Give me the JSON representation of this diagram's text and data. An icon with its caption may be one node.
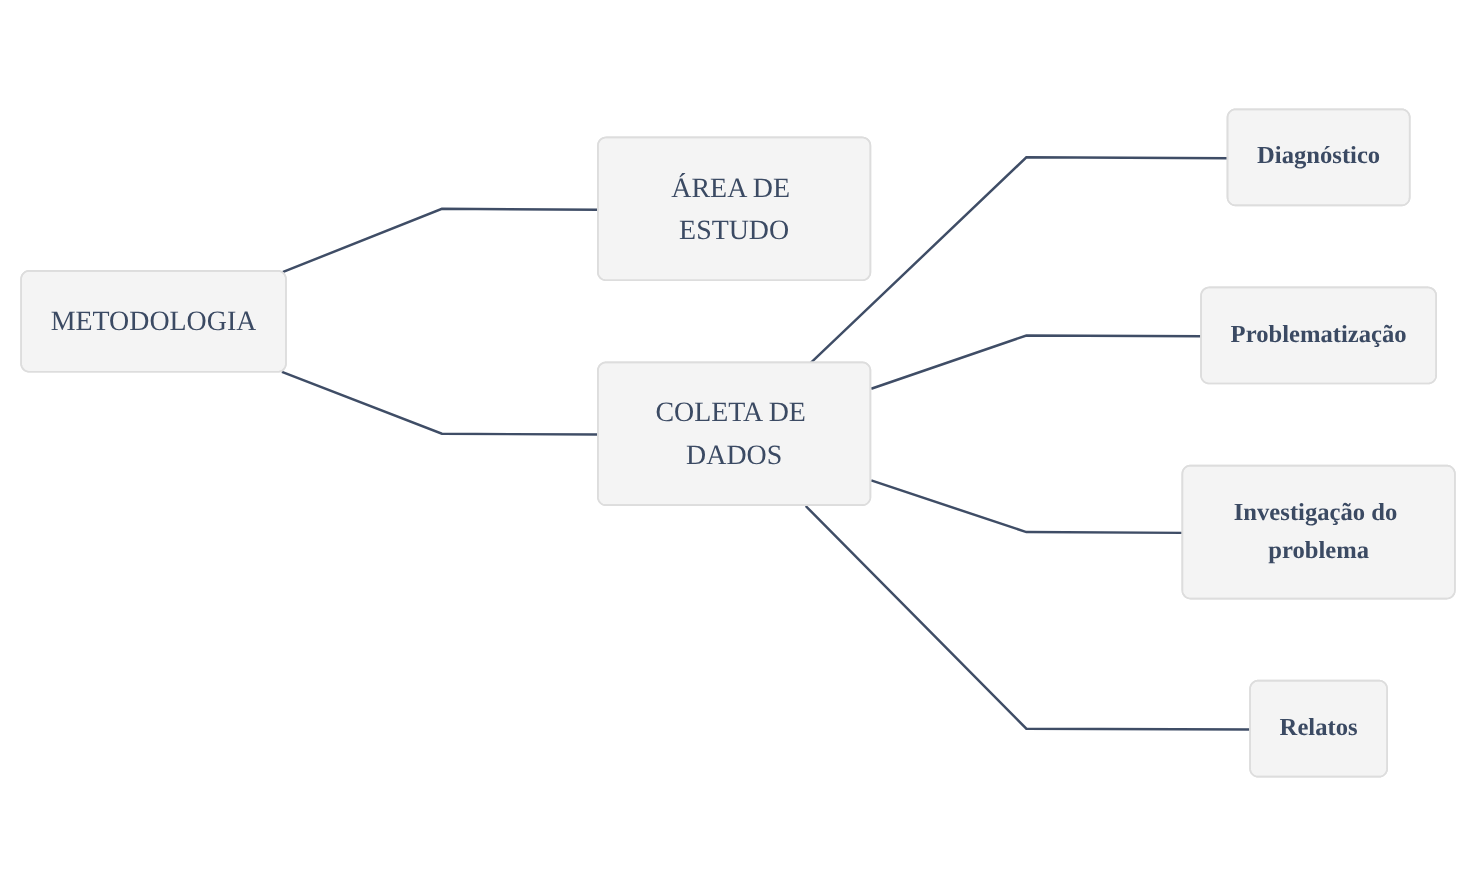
{
  "diagram": {
    "nodes": [
      {
        "text": [
          "METODOLOGIA"
        ]
      },
      {
        "text": [
          "ÁREA DE ESTUDO"
        ]
      },
      {
        "text": [
          "COLETA DE DADOS"
        ]
      },
      {
        "text": [
          "Diagnóstico"
        ]
      },
      {
        "text": [
          "Problematização"
        ]
      },
      {
        "text": [
          "Investigação do problema"
        ]
      },
      {
        "text": [
          "Relatos"
        ]
      }
    ],
    "edges": [
      {
        "from": 0,
        "to": 1,
        "arrow": "none"
      },
      {
        "from": 0,
        "to": 2,
        "arrow": "none"
      },
      {
        "from": 2,
        "to": 3,
        "arrow": "none"
      },
      {
        "from": 2,
        "to": 4,
        "arrow": "none"
      },
      {
        "from": 2,
        "to": 5,
        "arrow": "none"
      },
      {
        "from": 2,
        "to": 6,
        "arrow": "none"
      }
    ]
  }
}
